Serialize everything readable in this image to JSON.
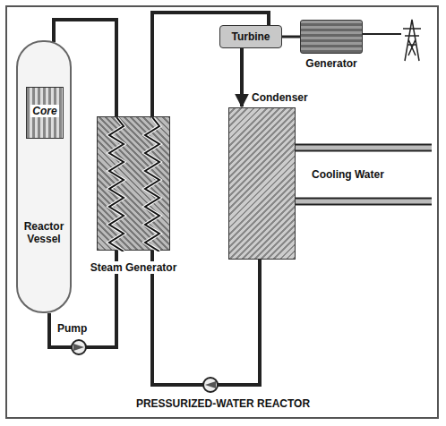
{
  "diagram": {
    "caption": "PRESSURIZED-WATER REACTOR",
    "nodes": [
      {
        "text": [
          "Reactor Vessel"
        ]
      },
      {
        "text": [
          "Core"
        ],
        "in": 0
      },
      {
        "text": [
          "Steam Generator"
        ]
      },
      {
        "text": [
          "Turbine"
        ]
      },
      {
        "text": [
          "Generator"
        ]
      },
      {
        "text": [
          "Condenser"
        ]
      }
    ],
    "edges": [
      {
        "from": 0,
        "to": 2,
        "arrow": "none"
      },
      {
        "from": 2,
        "to": 3,
        "arrow": "none"
      },
      {
        "from": 3,
        "to": 4,
        "arrow": "none"
      },
      {
        "from": 3,
        "to": 5,
        "arrow": "to"
      },
      {
        "from": 5,
        "to": 2,
        "arrow": "none"
      }
    ],
    "labels": [
      "Pump",
      "Cooling Water"
    ]
  }
}
